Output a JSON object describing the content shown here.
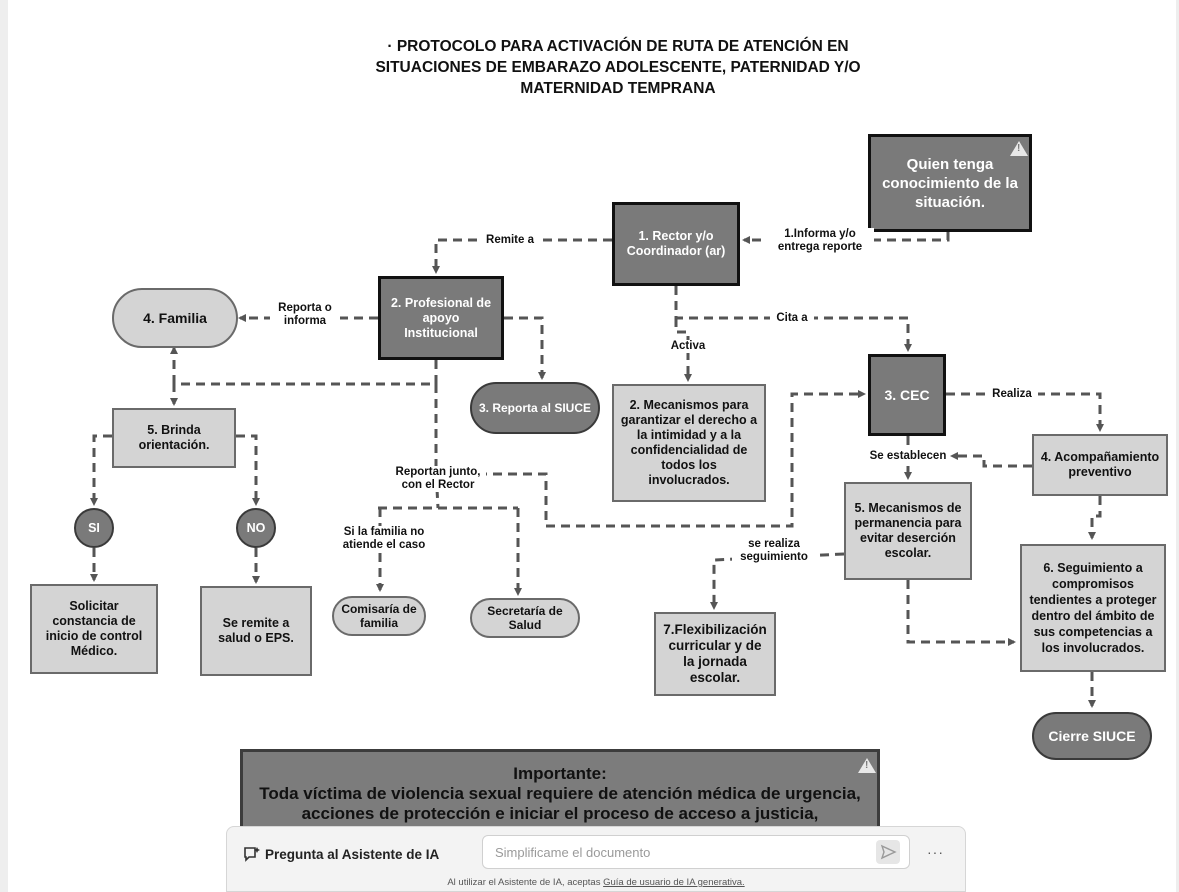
{
  "document": {
    "title_lines": [
      "· PROTOCOLO PARA ACTIVACIÓN DE RUTA DE ATENCIÓN EN",
      "SITUACIONES DE EMBARAZO ADOLESCENTE, PATERNIDAD Y/O",
      "MATERNIDAD TEMPRANA"
    ]
  },
  "nodes": {
    "quien": "Quien tenga conocimiento de la situación.",
    "rector": "1. Rector y/o Coordinador (ar)",
    "profesional": "2. Profesional de apoyo Institucional",
    "familia": "4. Familia",
    "reporta_siuce": "3. Reporta al SIUCE",
    "mecanismos_intimidad": "2. Mecanismos para garantizar el derecho a la intimidad y a la confidencialidad de todos los involucrados.",
    "cec": "3. CEC",
    "acompanamiento": "4. Acompañamiento preventivo",
    "mecanismos_permanencia": "5. Mecanismos de permanencia para evitar deserción escolar.",
    "seguimiento": "6. Seguimiento a compromisos tendientes a proteger dentro del ámbito de sus competencias a los involucrados.",
    "flexibilizacion": "7.Flexibilización curricular y de la jornada escolar.",
    "cierre": "Cierre SIUCE",
    "brinda": "5. Brinda orientación.",
    "si": "SI",
    "no": "NO",
    "solicitar": "Solicitar constancia de inicio de control Médico.",
    "remite_salud": "Se remite a salud o EPS.",
    "comisaria": "Comisaría de familia",
    "secretaria": "Secretaría de Salud"
  },
  "edge_labels": {
    "informa": "1.Informa y/o entrega reporte",
    "remite_a": "Remite a",
    "reporta_o": "Reporta o informa",
    "cita_a": "Cita a",
    "activa": "Activa",
    "realiza": "Realiza",
    "se_establecen": "Se establecen",
    "reportan_junto": "Reportan junto, con el Rector",
    "si_familia": "Si la familia no atiende el caso",
    "se_realiza": "se realiza seguimiento"
  },
  "important": {
    "heading": "Importante:",
    "body": "Toda víctima de violencia sexual requiere de atención médica de urgencia, acciones de protección e iniciar el proceso de acceso a justicia,"
  },
  "ai_bar": {
    "label": "Pregunta al Asistente de IA",
    "placeholder": "Simplificame el documento",
    "more": "···",
    "legal_prefix": "Al utilizar el Asistente de IA, aceptas",
    "legal_link": "Guía de usuario de IA generativa."
  },
  "colors": {
    "dark_node": "#7a7a7a",
    "light_node": "#d4d4d4",
    "connector": "#555555"
  }
}
